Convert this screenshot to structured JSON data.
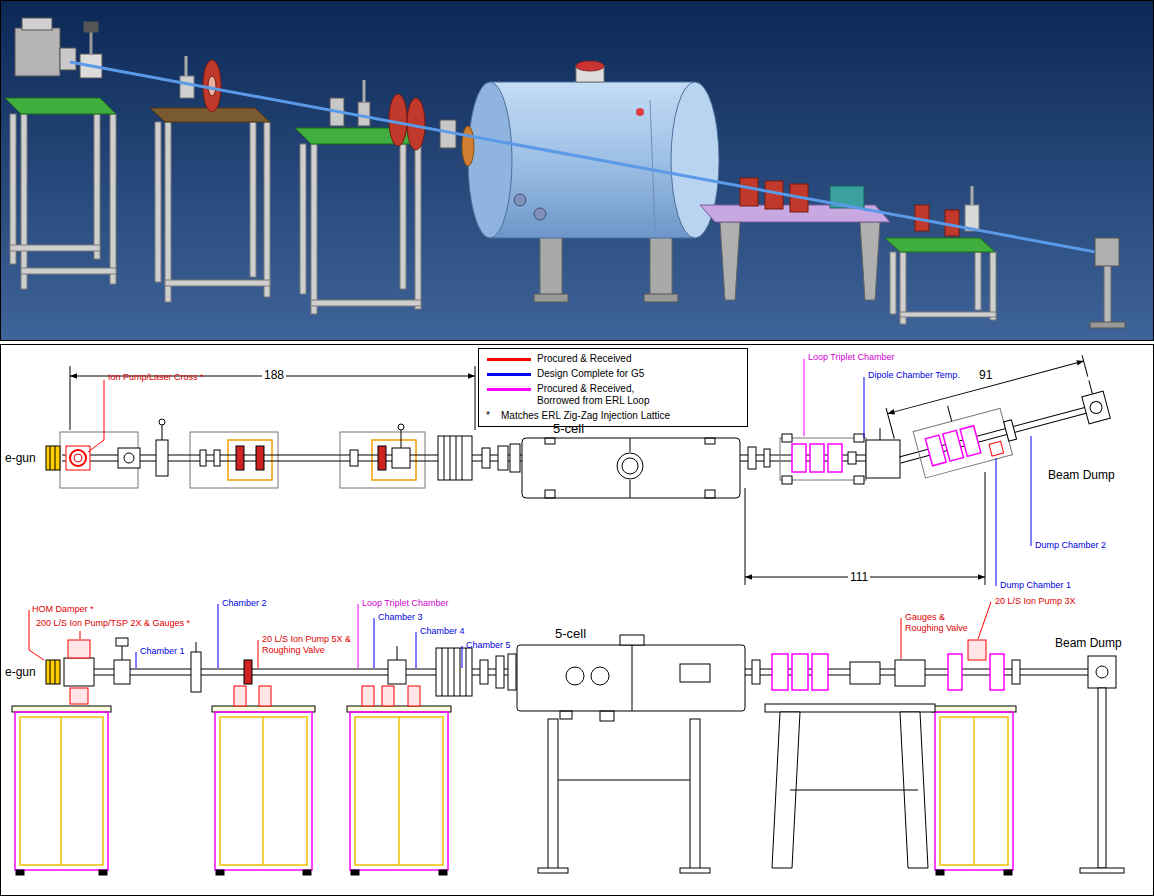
{
  "diagram": {
    "labels": [
      "188",
      "Ion Pump/Laser Cross *",
      "*",
      "e-gun",
      "5-cell",
      "Loop Triplet Chamber",
      "Dipole Chamber Temp.",
      "91",
      "Beam Dump",
      "Dump Chamber 2",
      "Dump Chamber 1",
      "111",
      "HOM Damper *",
      "200 L/S Ion Pump/TSP 2X & Gauges *",
      "e-gun",
      "Chamber 1",
      "Chamber 2",
      "20 L/S Ion Pump 5X & Roughing Valve",
      "Loop Triplet Chamber",
      "Chamber 3",
      "Chamber 4",
      "Chamber 5",
      "5-cell",
      "Gauges & Roughing Valve",
      "20 L/S Ion Pump 3X",
      "Beam Dump"
    ],
    "legend": [
      {
        "text": "Procured & Received",
        "color": "#ff0000"
      },
      {
        "text": "Design Complete for G5",
        "color": "#0000ff"
      },
      {
        "text": "Procured & Received, Borrowed from ERL Loop",
        "color": "#ff00ff"
      },
      {
        "text": "Matches ERL Zig-Zag Injection Lattice"
      }
    ]
  }
}
